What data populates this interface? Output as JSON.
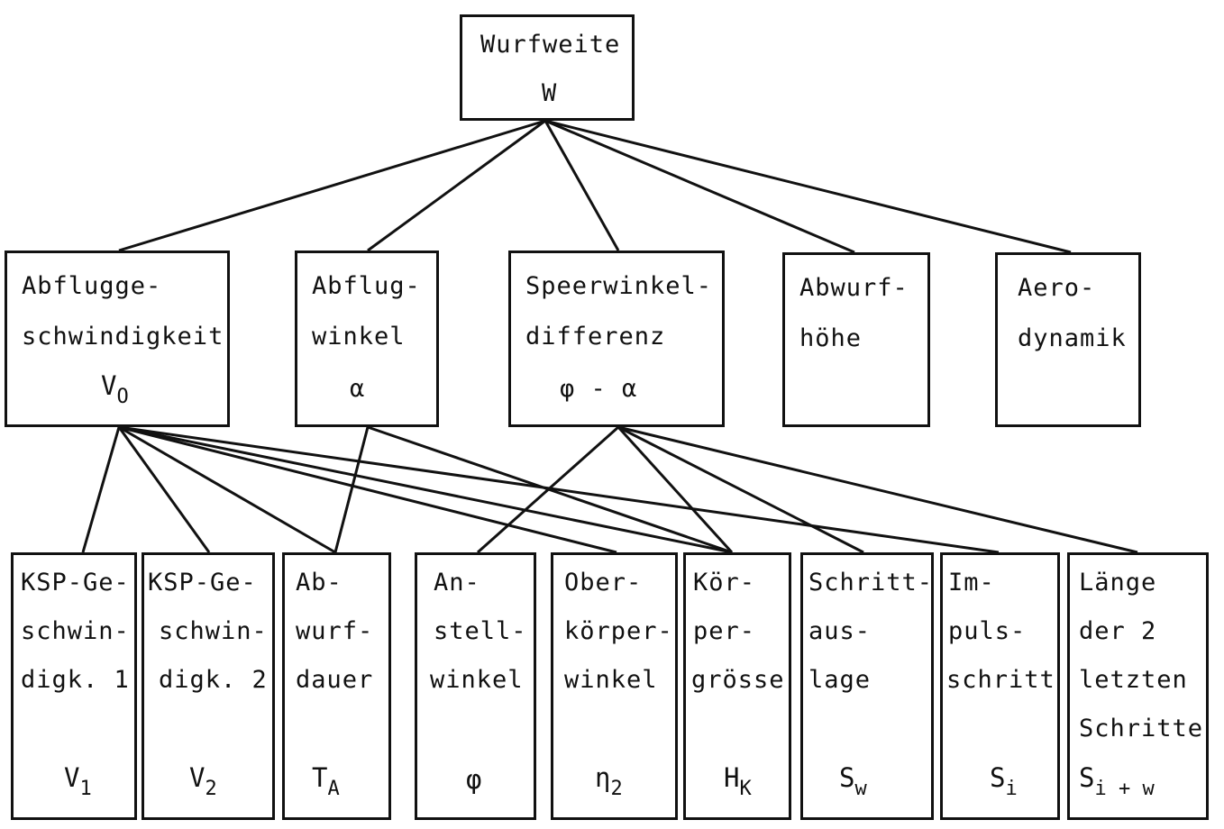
{
  "nodes": {
    "root": {
      "lines": [
        "Wurfweite",
        "W"
      ]
    },
    "abfluggeschwindigkeit": {
      "lines": [
        "Abflugge-",
        "schwindigkeit"
      ],
      "symbol": "V",
      "symbol_sub": "O"
    },
    "abflugwinkel": {
      "lines": [
        "Abflug-",
        "winkel",
        "α"
      ]
    },
    "speerwinkeldifferenz": {
      "lines": [
        "Speerwinkel-",
        "differenz",
        "φ - α"
      ]
    },
    "abwurfhoehe": {
      "lines": [
        "Abwurf-",
        "höhe"
      ]
    },
    "aerodynamik": {
      "lines": [
        "Aero-",
        "dynamik"
      ]
    },
    "ksp1": {
      "lines": [
        "KSP-Ge-",
        "schwin-",
        "digk. 1"
      ],
      "symbol": "V",
      "symbol_sub": "1"
    },
    "ksp2": {
      "lines": [
        "KSP-Ge-",
        "schwin-",
        "digk. 2"
      ],
      "symbol": "V",
      "symbol_sub": "2"
    },
    "abwurfdauer": {
      "lines": [
        "Ab-",
        "wurf-",
        "dauer"
      ],
      "symbol": "T",
      "symbol_sub": "A"
    },
    "anstellwinkel": {
      "lines": [
        "An-",
        "stell-",
        "winkel"
      ],
      "symbol": "φ",
      "symbol_sub": ""
    },
    "oberkoerperwinkel": {
      "lines": [
        "Ober-",
        "körper-",
        "winkel"
      ],
      "symbol": "η",
      "symbol_sub": "2"
    },
    "koerpergroesse": {
      "lines": [
        "Kör-",
        "per-",
        "grösse"
      ],
      "symbol": "H",
      "symbol_sub": "K"
    },
    "schrittauslage": {
      "lines": [
        "Schritt-",
        "aus-",
        "lage"
      ],
      "symbol": "S",
      "symbol_sub": "w"
    },
    "impulsschritt": {
      "lines": [
        "Im-",
        "puls-",
        "schritt"
      ],
      "symbol": "S",
      "symbol_sub": "i"
    },
    "laenge": {
      "lines": [
        "Länge",
        "der 2",
        "letzten",
        "Schritte"
      ],
      "symbol": "S",
      "symbol_sub": "i + w"
    }
  },
  "edges": [
    [
      "root",
      "abfluggeschwindigkeit"
    ],
    [
      "root",
      "abflugwinkel"
    ],
    [
      "root",
      "speerwinkeldifferenz"
    ],
    [
      "root",
      "abwurfhoehe"
    ],
    [
      "root",
      "aerodynamik"
    ],
    [
      "abfluggeschwindigkeit",
      "ksp1"
    ],
    [
      "abfluggeschwindigkeit",
      "ksp2"
    ],
    [
      "abfluggeschwindigkeit",
      "abwurfdauer"
    ],
    [
      "abfluggeschwindigkeit",
      "oberkoerperwinkel"
    ],
    [
      "abfluggeschwindigkeit",
      "koerpergroesse"
    ],
    [
      "abfluggeschwindigkeit",
      "impulsschritt"
    ],
    [
      "abflugwinkel",
      "abwurfdauer"
    ],
    [
      "abflugwinkel",
      "koerpergroesse"
    ],
    [
      "speerwinkeldifferenz",
      "anstellwinkel"
    ],
    [
      "speerwinkeldifferenz",
      "koerpergroesse"
    ],
    [
      "speerwinkeldifferenz",
      "schrittauslage"
    ],
    [
      "speerwinkeldifferenz",
      "laenge"
    ]
  ]
}
